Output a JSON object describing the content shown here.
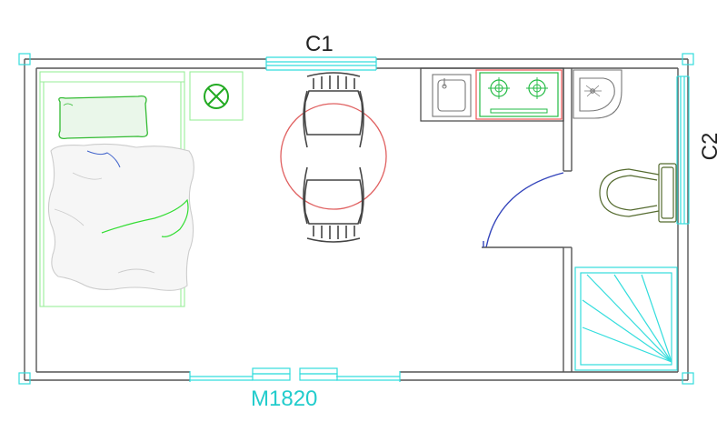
{
  "labels": {
    "window_top": "C1",
    "window_right": "C2",
    "door_bottom": "M1820"
  },
  "colors": {
    "wall": "#555555",
    "window": "#33dddd",
    "door_label": "#22cccc",
    "table": "#e06060",
    "swing_door": "#3344bb",
    "stove": "#22bb44",
    "kitchen_outline": "#ee5555",
    "fixtures": "#777777",
    "bed_frame": "#99ee99",
    "pillow": "#33bb33",
    "plant": "#22aa22",
    "toilet": "#556b2f"
  }
}
